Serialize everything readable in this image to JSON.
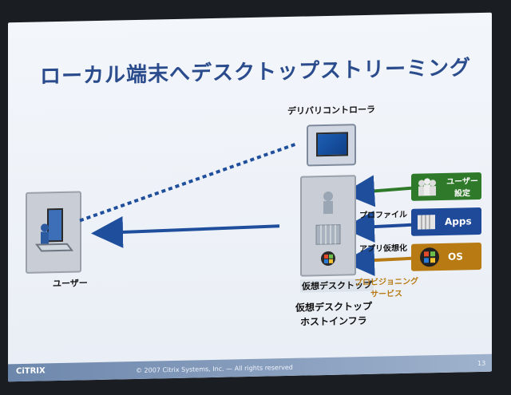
{
  "slide": {
    "title": "ローカル端末へデスクトップストリーミング",
    "user_label": "ユーザー",
    "controller_label": "デリバリコントローラ",
    "vdi_inner_label": "仮想デスクトップ",
    "vdi_label_line1": "仮想デスクトップ",
    "vdi_label_line2": "ホストインフラ",
    "profile_label": "プロファイル",
    "app_virtualization_label": "アプリ仮想化",
    "provisioning_label": "プロビジョニング サービス",
    "user_settings_label": "ユーザー 設定",
    "apps_label": "Apps",
    "os_label": "OS",
    "footer_logo": "CiTRIX",
    "footer_copyright": "© 2007 Citrix Systems, Inc. — All rights reserved",
    "page_number": "13"
  },
  "colors": {
    "title": "#2a4b8c",
    "arrow": "#1f4f9c",
    "green": "#2f7a2a",
    "blue": "#1f4a9a",
    "orange": "#b87a12"
  }
}
